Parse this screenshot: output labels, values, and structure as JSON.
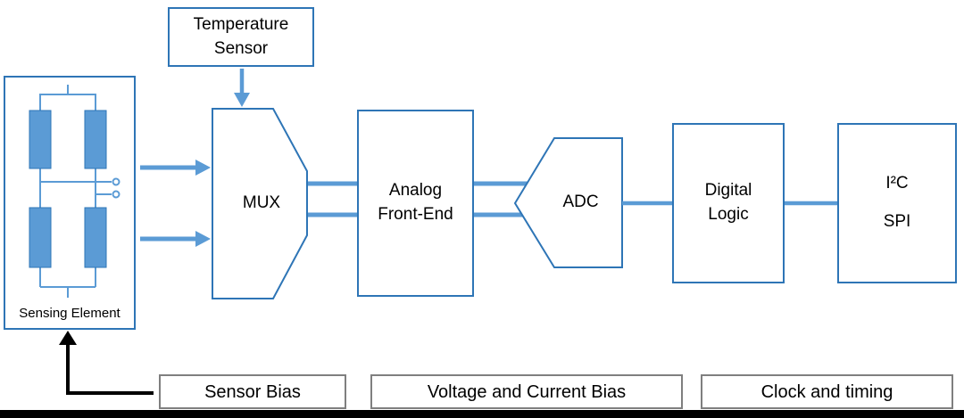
{
  "diagram": {
    "temperature_sensor": {
      "line1": "Temperature",
      "line2": "Sensor"
    },
    "sensing_element": {
      "label": "Sensing Element"
    },
    "mux": {
      "label": "MUX"
    },
    "analog_front_end": {
      "line1": "Analog",
      "line2": "Front-End"
    },
    "adc": {
      "label": "ADC"
    },
    "digital_logic": {
      "line1": "Digital",
      "line2": "Logic"
    },
    "serial_interface": {
      "line1": "I²C",
      "line2": "SPI"
    }
  },
  "support_blocks": {
    "sensor_bias": "Sensor Bias",
    "voltage_current_bias": "Voltage and Current Bias",
    "clock_timing": "Clock and timing"
  },
  "colors": {
    "connector_blue": "#5B9BD5",
    "outline_blue": "#2E75B6",
    "support_border_gray": "#7F7F7F",
    "arrow_black": "#000000"
  }
}
